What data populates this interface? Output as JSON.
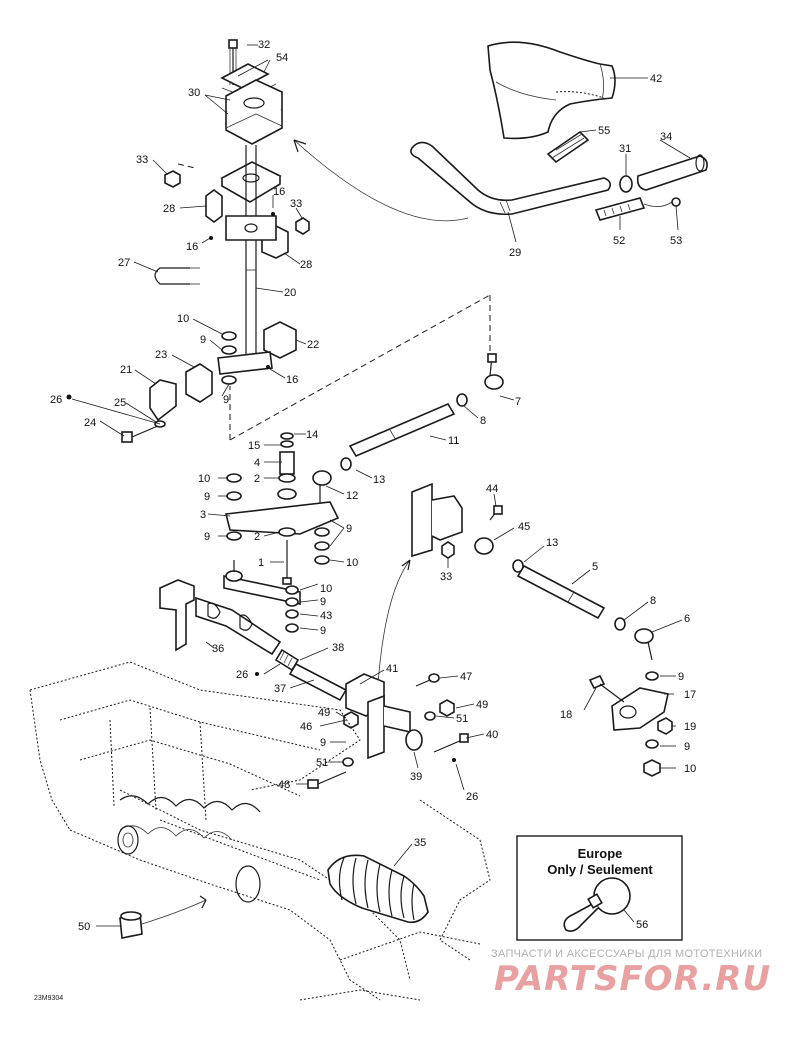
{
  "callouts": [
    {
      "id": "c32",
      "text": "32"
    },
    {
      "id": "c54",
      "text": "54"
    },
    {
      "id": "c30",
      "text": "30"
    },
    {
      "id": "c33a",
      "text": "33"
    },
    {
      "id": "c16a",
      "text": "16"
    },
    {
      "id": "c33b",
      "text": "33"
    },
    {
      "id": "c28a",
      "text": "28"
    },
    {
      "id": "c16b",
      "text": "16"
    },
    {
      "id": "c28b",
      "text": "28"
    },
    {
      "id": "c27",
      "text": "27"
    },
    {
      "id": "c20",
      "text": "20"
    },
    {
      "id": "c10a",
      "text": "10"
    },
    {
      "id": "c9a",
      "text": "9"
    },
    {
      "id": "c22",
      "text": "22"
    },
    {
      "id": "c23",
      "text": "23"
    },
    {
      "id": "c21",
      "text": "21"
    },
    {
      "id": "c16c",
      "text": "16"
    },
    {
      "id": "c9b",
      "text": "9"
    },
    {
      "id": "c26a",
      "text": "26"
    },
    {
      "id": "c25",
      "text": "25"
    },
    {
      "id": "c24",
      "text": "24"
    },
    {
      "id": "c42",
      "text": "42"
    },
    {
      "id": "c55",
      "text": "55"
    },
    {
      "id": "c34",
      "text": "34"
    },
    {
      "id": "c31",
      "text": "31"
    },
    {
      "id": "c52",
      "text": "52"
    },
    {
      "id": "c53",
      "text": "53"
    },
    {
      "id": "c29",
      "text": "29"
    },
    {
      "id": "c7",
      "text": "7"
    },
    {
      "id": "c8a",
      "text": "8"
    },
    {
      "id": "c11",
      "text": "11"
    },
    {
      "id": "c14",
      "text": "14"
    },
    {
      "id": "c15",
      "text": "15"
    },
    {
      "id": "c4",
      "text": "4"
    },
    {
      "id": "c2a",
      "text": "2"
    },
    {
      "id": "c13a",
      "text": "13"
    },
    {
      "id": "c12",
      "text": "12"
    },
    {
      "id": "c10b",
      "text": "10"
    },
    {
      "id": "c9c",
      "text": "9"
    },
    {
      "id": "c3",
      "text": "3"
    },
    {
      "id": "c9d",
      "text": "9"
    },
    {
      "id": "c2b",
      "text": "2"
    },
    {
      "id": "c9e",
      "text": "9"
    },
    {
      "id": "c10c",
      "text": "10"
    },
    {
      "id": "c1",
      "text": "1"
    },
    {
      "id": "c10d",
      "text": "10"
    },
    {
      "id": "c9f",
      "text": "9"
    },
    {
      "id": "c43",
      "text": "43"
    },
    {
      "id": "c9g",
      "text": "9"
    },
    {
      "id": "c44",
      "text": "44"
    },
    {
      "id": "c45",
      "text": "45"
    },
    {
      "id": "c13b",
      "text": "13"
    },
    {
      "id": "c33c",
      "text": "33"
    },
    {
      "id": "c5",
      "text": "5"
    },
    {
      "id": "c8b",
      "text": "8"
    },
    {
      "id": "c6",
      "text": "6"
    },
    {
      "id": "c36",
      "text": "36"
    },
    {
      "id": "c38",
      "text": "38"
    },
    {
      "id": "c26b",
      "text": "26"
    },
    {
      "id": "c41",
      "text": "41"
    },
    {
      "id": "c47",
      "text": "47"
    },
    {
      "id": "c37",
      "text": "37"
    },
    {
      "id": "c9h",
      "text": "9"
    },
    {
      "id": "c17",
      "text": "17"
    },
    {
      "id": "c18",
      "text": "18"
    },
    {
      "id": "c49a",
      "text": "49"
    },
    {
      "id": "c49b",
      "text": "49"
    },
    {
      "id": "c51a",
      "text": "51"
    },
    {
      "id": "c19",
      "text": "19"
    },
    {
      "id": "c46",
      "text": "46"
    },
    {
      "id": "c40",
      "text": "40"
    },
    {
      "id": "c9i",
      "text": "9"
    },
    {
      "id": "c9j",
      "text": "9"
    },
    {
      "id": "c10e",
      "text": "10"
    },
    {
      "id": "c51b",
      "text": "51"
    },
    {
      "id": "c39",
      "text": "39"
    },
    {
      "id": "c48",
      "text": "48"
    },
    {
      "id": "c26c",
      "text": "26"
    },
    {
      "id": "c35",
      "text": "35"
    },
    {
      "id": "c50",
      "text": "50"
    },
    {
      "id": "c56",
      "text": "56"
    }
  ],
  "europe_box": {
    "line1": "Europe",
    "line2": "Only / Seulement"
  },
  "figure_code": "23M9304",
  "watermark": {
    "top_text": "ЗАПЧАСТИ И АКСЕССУАРЫ ДЛЯ МОТОТЕХНИКИ",
    "logo_text": "PARTSFOR.RU"
  }
}
